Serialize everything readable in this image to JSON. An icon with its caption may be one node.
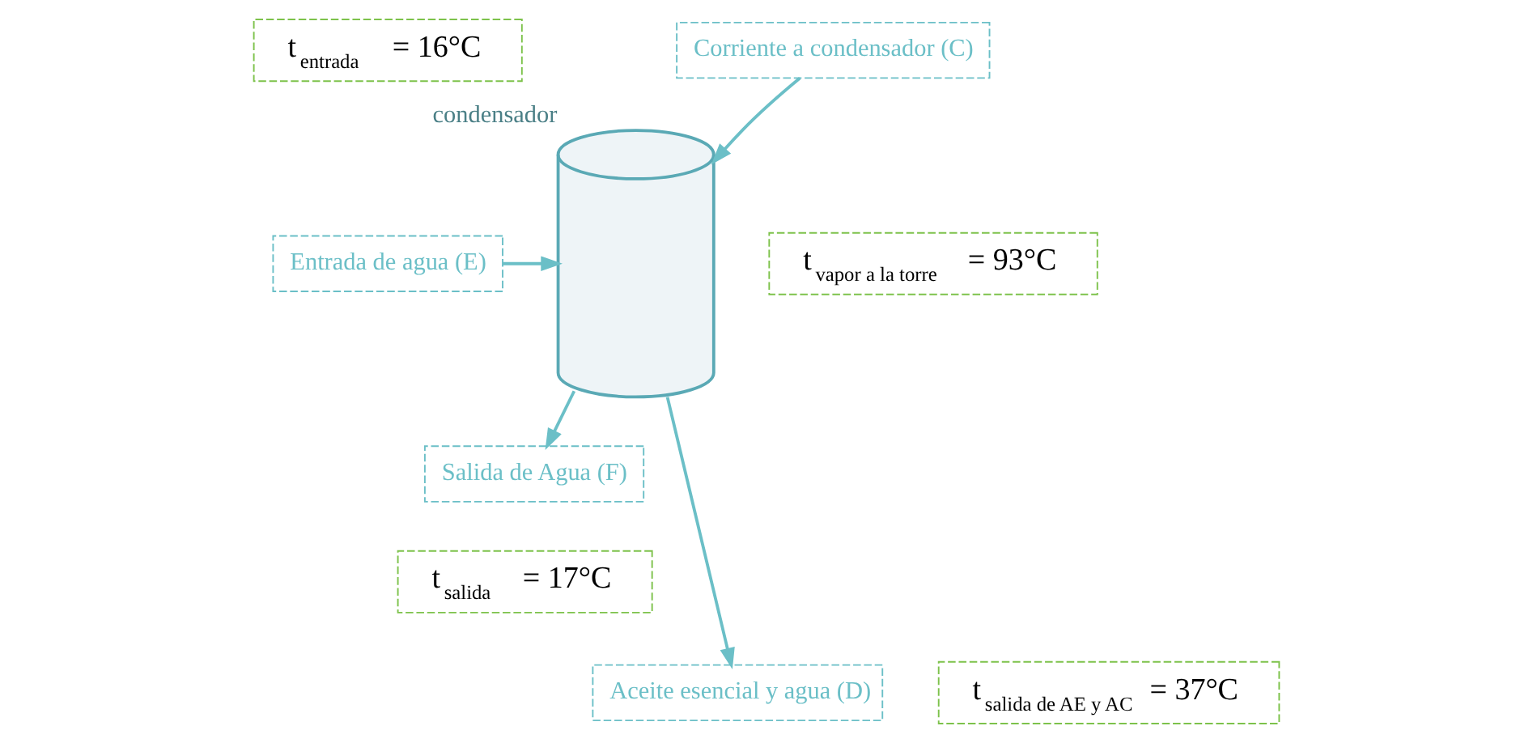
{
  "diagram": {
    "nodes": [
      {
        "text": [
          "t$_{entrada}$ = 16°C"
        ]
      },
      {
        "text": [
          "Entrada de agua (E)"
        ]
      },
      {
        "text": [],
        "shape": "cylinder",
        "beside": [
          "condensador"
        ]
      },
      {
        "text": [
          "Corriente a condensador (C)"
        ]
      },
      {
        "text": [
          "t$_{vapor a la torre}$ = 93°C"
        ]
      },
      {
        "text": [
          "Salida de Agua (F)"
        ]
      },
      {
        "text": [
          "t$_{salida}$ = 17°C"
        ]
      },
      {
        "text": [
          "Aceite esencial y agua (D)"
        ]
      },
      {
        "text": [
          "t$_{salida de AE y AC}$ = 37°C"
        ]
      }
    ],
    "edges": [
      {
        "from": 1,
        "to": 2,
        "arrow": "to"
      },
      {
        "from": 3,
        "to": 2,
        "arrow": "to"
      },
      {
        "from": 2,
        "to": 5,
        "arrow": "to"
      },
      {
        "from": 2,
        "to": 7,
        "arrow": "to"
      }
    ]
  }
}
